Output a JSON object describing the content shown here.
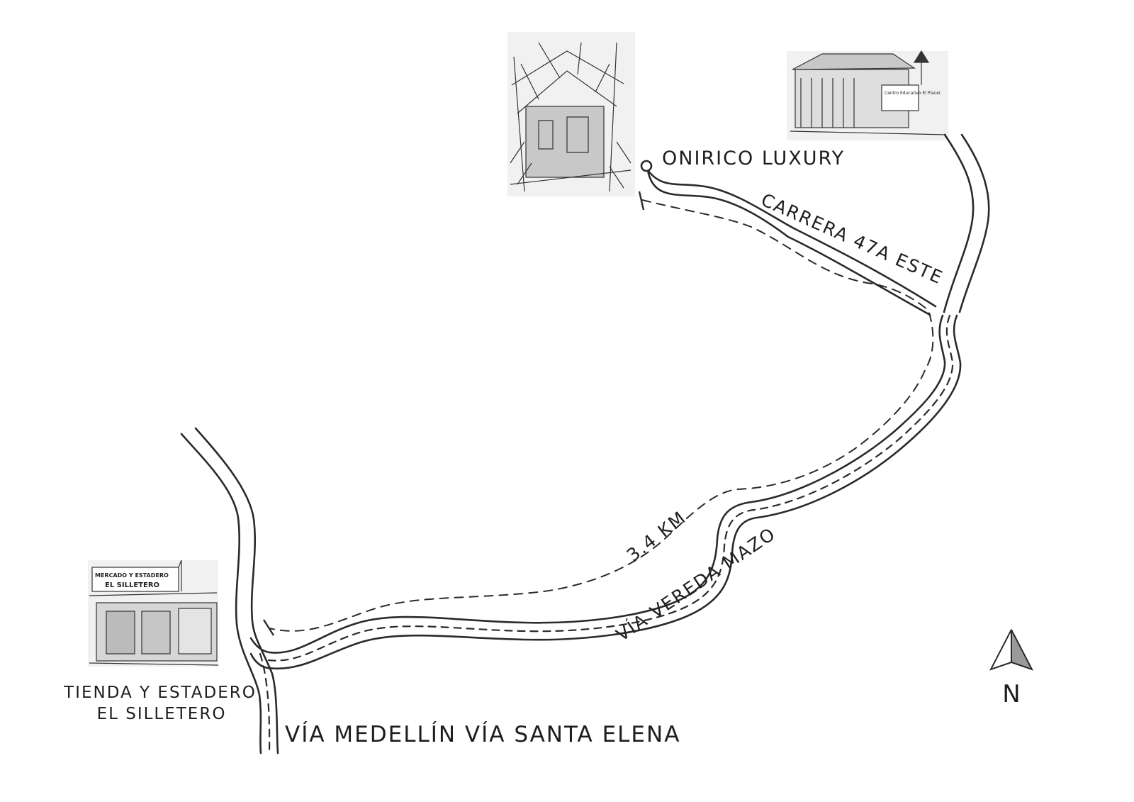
{
  "map": {
    "labels": {
      "destination": "ONIRICO LUXURY",
      "carrera": "CARRERA 47A ESTE",
      "vereda": "VÍA VEREDA MAZO",
      "distance": "3.4 KM",
      "main_road": "VÍA MEDELLÍN VÍA SANTA ELENA",
      "origin_line1": "TIENDA Y ESTADERO",
      "origin_line2": "EL SILLETERO",
      "north": "N"
    },
    "sign_text": {
      "school_sign": "Centro Educativo El Placer",
      "shop_sign_line1": "MERCADO Y ESTADERO",
      "shop_sign_line2": "EL SILLETERO"
    },
    "colors": {
      "ink": "#2a2a2a",
      "background": "#ffffff"
    },
    "icons": [
      "north-arrow-icon",
      "destination-pin-icon"
    ]
  }
}
